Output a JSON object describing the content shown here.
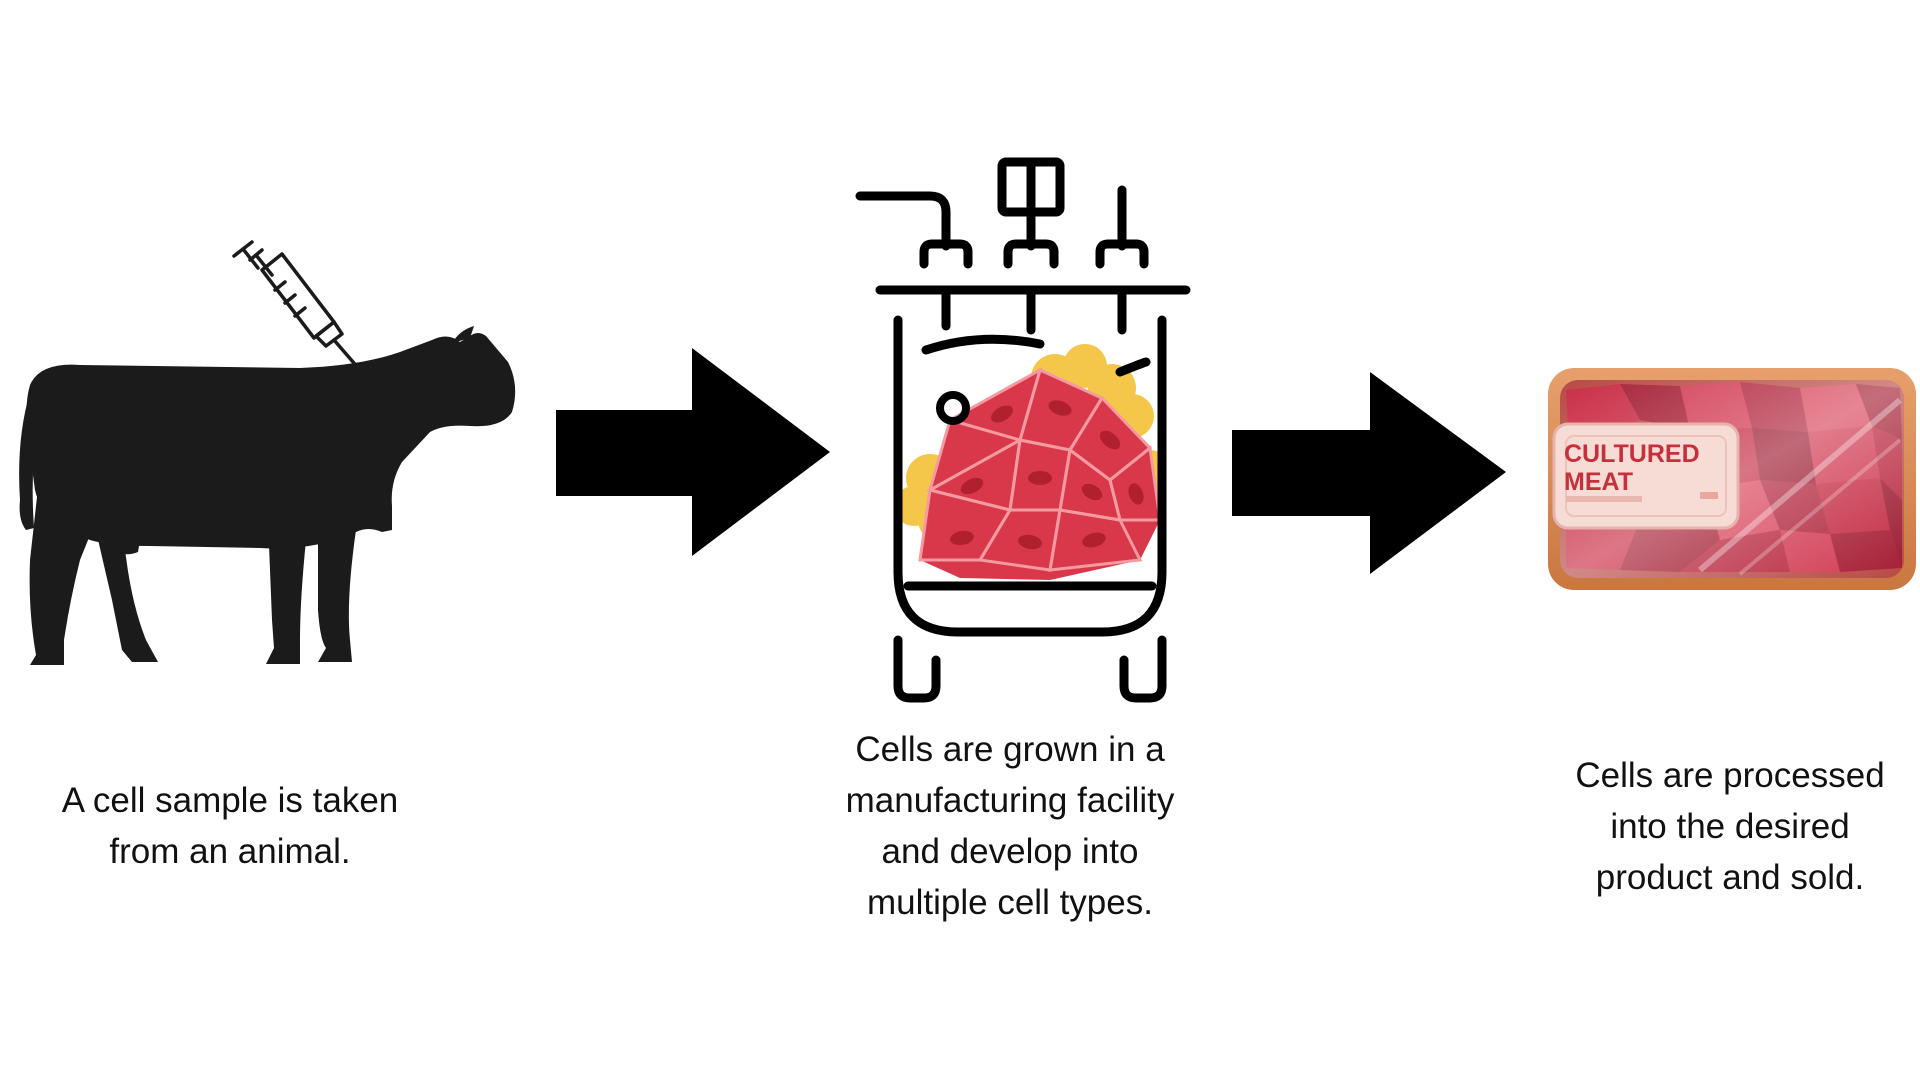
{
  "colors": {
    "silhouette": "#1b1b1b",
    "meat": "#d9384a",
    "meat_dark": "#b0202f",
    "fat": "#f4c64a",
    "tray": "#d88a56",
    "label_bg": "#f7dcd6",
    "label_text": "#c6303c"
  },
  "icons": [
    "cow-icon",
    "syringe-icon",
    "bioreactor-icon",
    "arrow-right-icon",
    "meat-package-icon"
  ],
  "package": {
    "label_line1": "CULTURED",
    "label_line2": "MEAT"
  },
  "steps": [
    {
      "lines": [
        "A cell sample is taken",
        "from an animal."
      ]
    },
    {
      "lines": [
        "Cells are grown in a",
        "manufacturing facility",
        "and develop into",
        "multiple cell types."
      ]
    },
    {
      "lines": [
        "Cells are processed",
        "into the desired",
        "product and sold."
      ]
    }
  ]
}
